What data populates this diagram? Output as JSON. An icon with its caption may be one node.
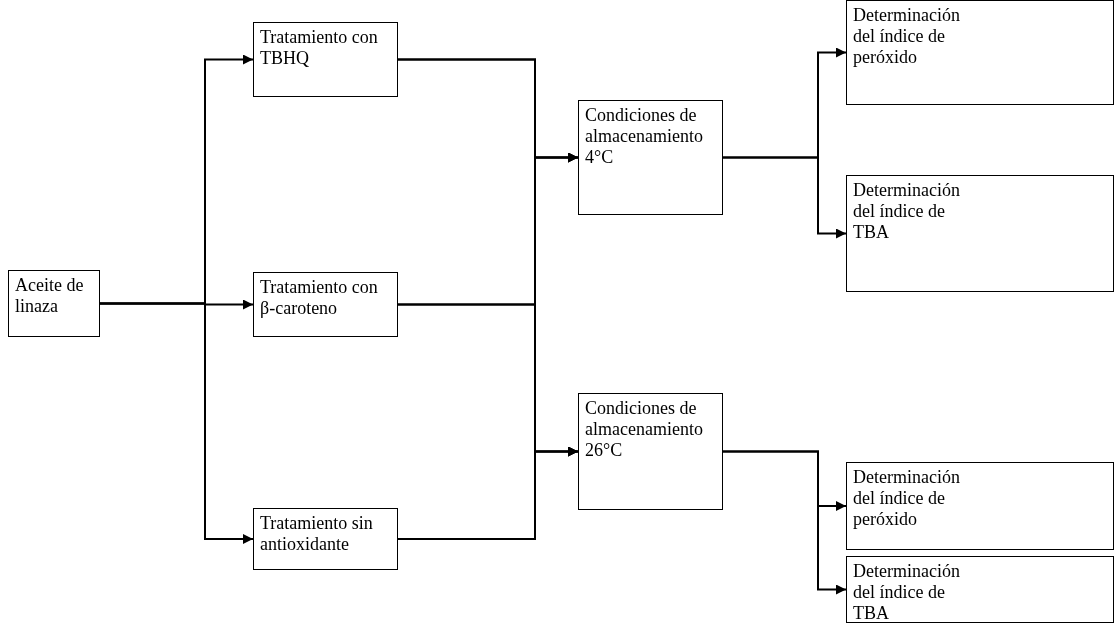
{
  "diagram": {
    "nodes": [
      {
        "text": [
          "Aceite de linaza"
        ]
      },
      {
        "text": [
          "Tratamiento con TBHQ"
        ]
      },
      {
        "text": [
          "Tratamiento con β-caroteno"
        ]
      },
      {
        "text": [
          "Tratamiento sin antioxidante"
        ]
      },
      {
        "text": [
          "Condiciones de almacenamiento 4°C"
        ]
      },
      {
        "text": [
          "Condiciones de almacenamiento 26°C"
        ]
      },
      {
        "text": [
          "Determinación del índice de peróxido"
        ]
      },
      {
        "text": [
          "Determinación del índice de TBA"
        ]
      },
      {
        "text": [
          "Determinación del índice de peróxido"
        ]
      },
      {
        "text": [
          "Determinación del índice de TBA"
        ]
      }
    ],
    "edges": [
      {
        "from": 0,
        "to": 1,
        "arrow": "to"
      },
      {
        "from": 0,
        "to": 2,
        "arrow": "to"
      },
      {
        "from": 0,
        "to": 3,
        "arrow": "to"
      },
      {
        "from": 1,
        "to": 4,
        "arrow": "to"
      },
      {
        "from": 2,
        "to": 4,
        "arrow": "to"
      },
      {
        "from": 3,
        "to": 4,
        "arrow": "to"
      },
      {
        "from": 1,
        "to": 5,
        "arrow": "to"
      },
      {
        "from": 2,
        "to": 5,
        "arrow": "to"
      },
      {
        "from": 3,
        "to": 5,
        "arrow": "to"
      },
      {
        "from": 4,
        "to": 6,
        "arrow": "to"
      },
      {
        "from": 4,
        "to": 7,
        "arrow": "to"
      },
      {
        "from": 5,
        "to": 8,
        "arrow": "to"
      },
      {
        "from": 5,
        "to": 9,
        "arrow": "to"
      }
    ]
  }
}
